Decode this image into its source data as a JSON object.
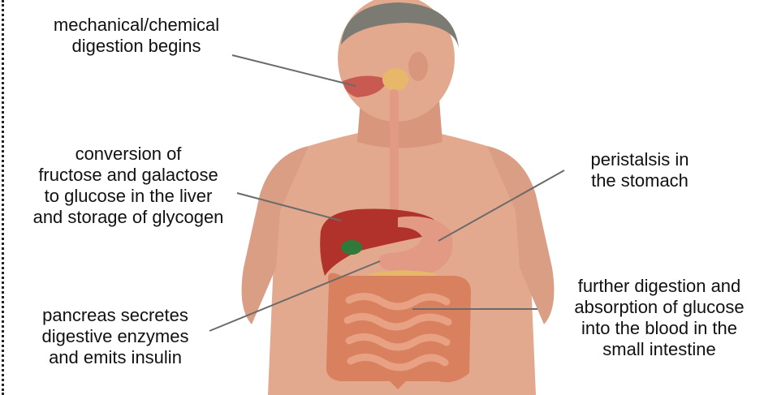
{
  "labels": {
    "mouth": [
      "mechanical/chemical",
      "digestion begins"
    ],
    "liver": [
      "conversion of",
      "fructose and galactose",
      "to glucose in the liver",
      "and storage of glycogen"
    ],
    "stomach": [
      "peristalsis in",
      "the stomach"
    ],
    "pancreas": [
      "pancreas secretes",
      "digestive enzymes",
      "and emits insulin"
    ],
    "intestine": [
      "further digestion and",
      "absorption of glucose",
      "into the blood in the",
      "small intestine"
    ]
  },
  "colors": {
    "skin": "#e2a98f",
    "skin_shadow": "#c98c72",
    "hair": "#7b7b73",
    "liver": "#b0322a",
    "stomach": "#e39a85",
    "intestine": "#d9805f",
    "pancreas": "#e8b86a",
    "gallbladder": "#2f7a3a",
    "leader_line": "#6b6b6b"
  }
}
